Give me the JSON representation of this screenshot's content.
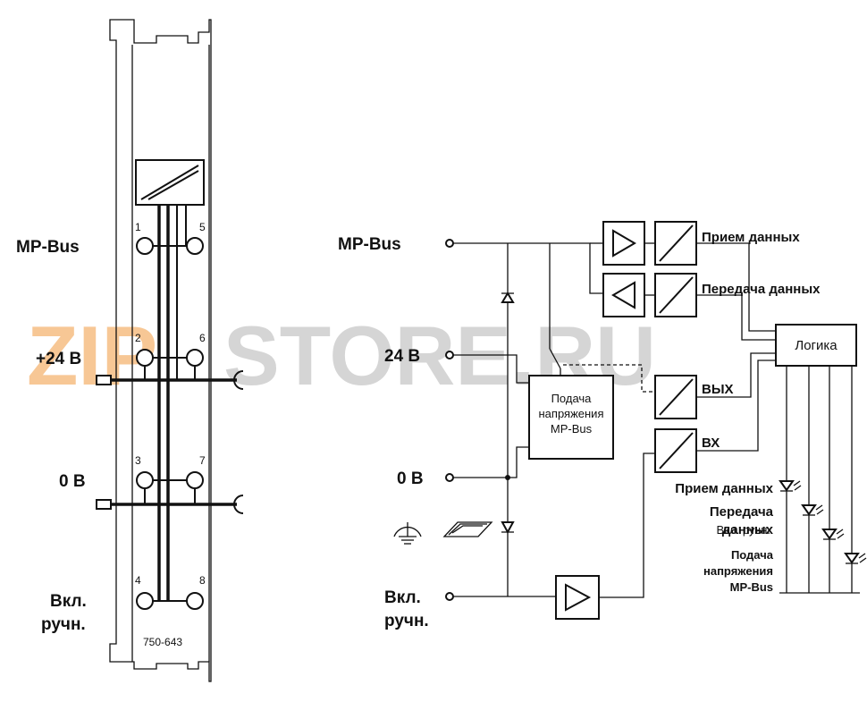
{
  "left_module": {
    "labels": {
      "mpbus": "MP-Bus",
      "plus24": "+24 В",
      "zero": "0 В",
      "manual_line1": "Вкл.",
      "manual_line2": "ручн."
    },
    "terminals": [
      "1",
      "5",
      "2",
      "6",
      "3",
      "7",
      "4",
      "8"
    ],
    "part_number": "750-643"
  },
  "right_schematic": {
    "inputs": {
      "mpbus": "MP-Bus",
      "v24": "24 В",
      "zero": "0 В",
      "manual_line1": "Вкл.",
      "manual_line2": "ручн."
    },
    "blocks": {
      "power_line1": "Подача",
      "power_line2": "напряжения",
      "power_line3": "MP-Bus",
      "logic": "Логика",
      "out": "ВЫХ",
      "in": "ВХ"
    },
    "signals": {
      "receive": "Прием данных",
      "transmit": "Передача данных"
    },
    "leds": {
      "receive": "Прием данных",
      "transmit_line1": "Передача",
      "transmit_line2": "данных",
      "manual_overlay": "Вкл. ручн.",
      "power_line1": "Подача",
      "power_line2": "напряжения",
      "power_line3": "MP-Bus"
    }
  },
  "watermark": {
    "left": "ZIP",
    "right": "STORE.RU",
    "color_left": "#f5b572",
    "color_right": "#c8c8c8"
  }
}
